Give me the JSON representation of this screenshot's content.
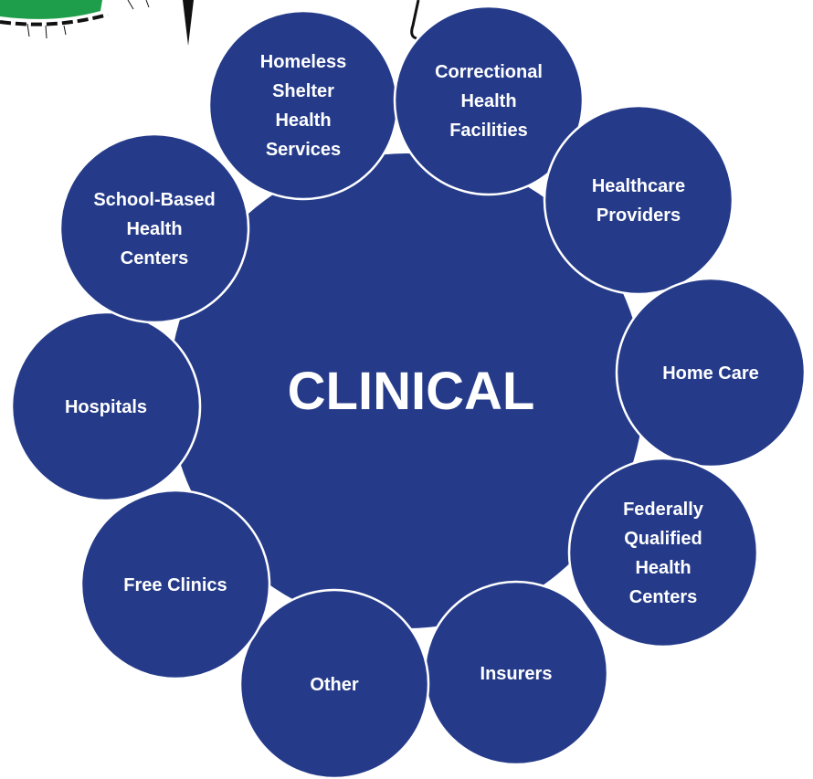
{
  "center": {
    "label": "CLINICAL",
    "color": "#253b8a"
  },
  "colors": {
    "circle_fill": "#253b8a",
    "circle_stroke": "#ffffff",
    "text": "#ffffff",
    "corner_decoration_green": "#1e9e4a",
    "corner_decoration_ink": "#111111"
  },
  "nodes": [
    {
      "id": "homeless-shelter-health-services",
      "lines": [
        "Homeless",
        "Shelter",
        "Health",
        "Services"
      ]
    },
    {
      "id": "correctional-health-facilities",
      "lines": [
        "Correctional",
        "Health",
        "Facilities"
      ]
    },
    {
      "id": "healthcare-providers",
      "lines": [
        "Healthcare",
        "Providers"
      ]
    },
    {
      "id": "home-care",
      "lines": [
        "Home Care"
      ]
    },
    {
      "id": "federally-qualified-health-centers",
      "lines": [
        "Federally",
        "Qualified",
        "Health",
        "Centers"
      ]
    },
    {
      "id": "insurers",
      "lines": [
        "Insurers"
      ]
    },
    {
      "id": "other",
      "lines": [
        "Other"
      ]
    },
    {
      "id": "free-clinics",
      "lines": [
        "Free Clinics"
      ]
    },
    {
      "id": "hospitals",
      "lines": [
        "Hospitals"
      ]
    },
    {
      "id": "school-based-health-centers",
      "lines": [
        "School-Based",
        "Health",
        "Centers"
      ]
    }
  ]
}
